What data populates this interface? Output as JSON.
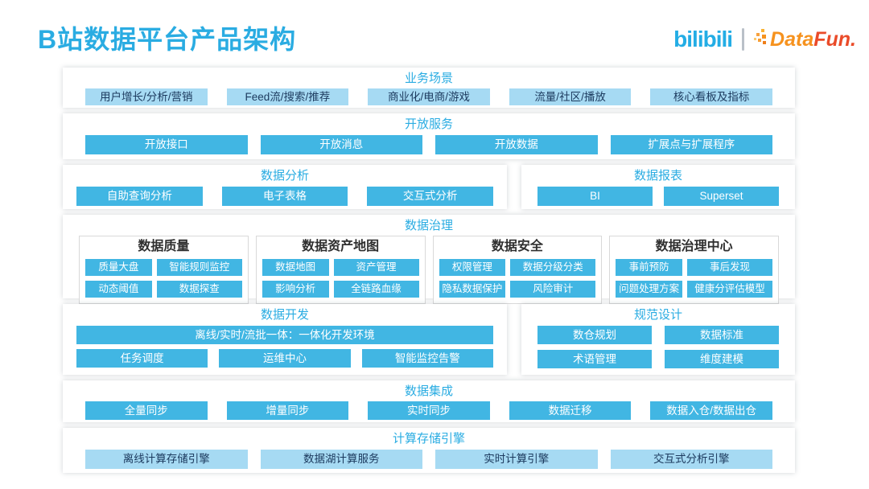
{
  "header": {
    "title": "B站数据平台产品架构",
    "brand": {
      "bilibili": "bilibili",
      "datafun_part1": "Data",
      "datafun_part2": "Fun."
    }
  },
  "sections": {
    "business": {
      "header": "业务场景",
      "chips": [
        "用户增长/分析/营销",
        "Feed流/搜索/推荐",
        "商业化/电商/游戏",
        "流量/社区/播放",
        "核心看板及指标"
      ]
    },
    "open_services": {
      "header": "开放服务",
      "chips": [
        "开放接口",
        "开放消息",
        "开放数据",
        "扩展点与扩展程序"
      ]
    },
    "analysis": {
      "header": "数据分析",
      "chips": [
        "自助查询分析",
        "电子表格",
        "交互式分析"
      ]
    },
    "reports": {
      "header": "数据报表",
      "chips": [
        "BI",
        "Superset"
      ]
    },
    "governance": {
      "header": "数据治理",
      "groups": [
        {
          "title": "数据质量",
          "chips": [
            "质量大盘",
            "智能规则监控",
            "动态阈值",
            "数据探查"
          ]
        },
        {
          "title": "数据资产地图",
          "chips": [
            "数据地图",
            "资产管理",
            "影响分析",
            "全链路血缘"
          ]
        },
        {
          "title": "数据安全",
          "chips": [
            "权限管理",
            "数据分级分类",
            "隐私数据保护",
            "风险审计"
          ]
        },
        {
          "title": "数据治理中心",
          "chips": [
            "事前预防",
            "事后发现",
            "问题处理方案",
            "健康分评估模型"
          ]
        }
      ]
    },
    "development": {
      "header": "数据开发",
      "wide_chip": "离线/实时/流批一体：一体化开发环境",
      "chips": [
        "任务调度",
        "运维中心",
        "智能监控告警"
      ]
    },
    "design": {
      "header": "规范设计",
      "chips": [
        "数仓规划",
        "数据标准",
        "术语管理",
        "维度建模"
      ]
    },
    "integration": {
      "header": "数据集成",
      "chips": [
        "全量同步",
        "增量同步",
        "实时同步",
        "数据迁移",
        "数据入仓/数据出仓"
      ]
    },
    "engines": {
      "header": "计算存储引擎",
      "chips": [
        "离线计算存储引擎",
        "数据湖计算服务",
        "实时计算引擎",
        "交互式分析引擎"
      ]
    }
  },
  "colors": {
    "accent_blue": "#2aace2",
    "chip_dark": "#41b6e3",
    "chip_light": "#a6daf3",
    "chip_light_text": "#1c3a5e",
    "brand_blue": "#23ade5",
    "brand_orange": "#f6921e",
    "brand_red": "#ea4b29"
  }
}
